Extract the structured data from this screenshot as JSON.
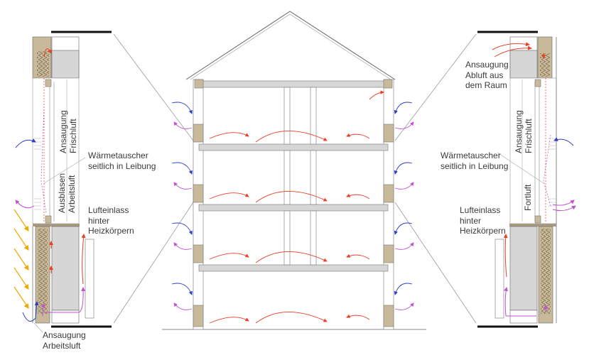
{
  "colors": {
    "wall": "#c8b99a",
    "insulation": "#b09870",
    "slab": "#d4d4d4",
    "supply_air": "#e8402a",
    "fresh_air": "#2c3fc0",
    "exhaust_air": "#c050d0",
    "sun": "#f0a800"
  },
  "left_detail": {
    "fresh_air_intake": [
      "Ansaugung",
      "Frischluft"
    ],
    "working_air_outlet": [
      "Ausblasen",
      "Arbeitsluft"
    ],
    "heat_exchanger": [
      "Wärmetauscher",
      "seitlich in Leibung"
    ],
    "air_inlet": [
      "Lufteinlass",
      "hinter",
      "Heizkörpern"
    ],
    "working_air_intake": [
      "Ansaugung",
      "Arbeitsluft"
    ]
  },
  "right_detail": {
    "exhaust_intake": [
      "Ansaugung",
      "Abluft aus",
      "dem Raum"
    ],
    "fresh_air_intake": [
      "Ansaugung",
      "Frischluft"
    ],
    "outgoing_air": "Fortluft",
    "heat_exchanger": [
      "Wärmetauscher",
      "seitlich in Leibung"
    ],
    "air_inlet": [
      "Lufteinlass",
      "hinter",
      "Heizkörpern"
    ]
  }
}
